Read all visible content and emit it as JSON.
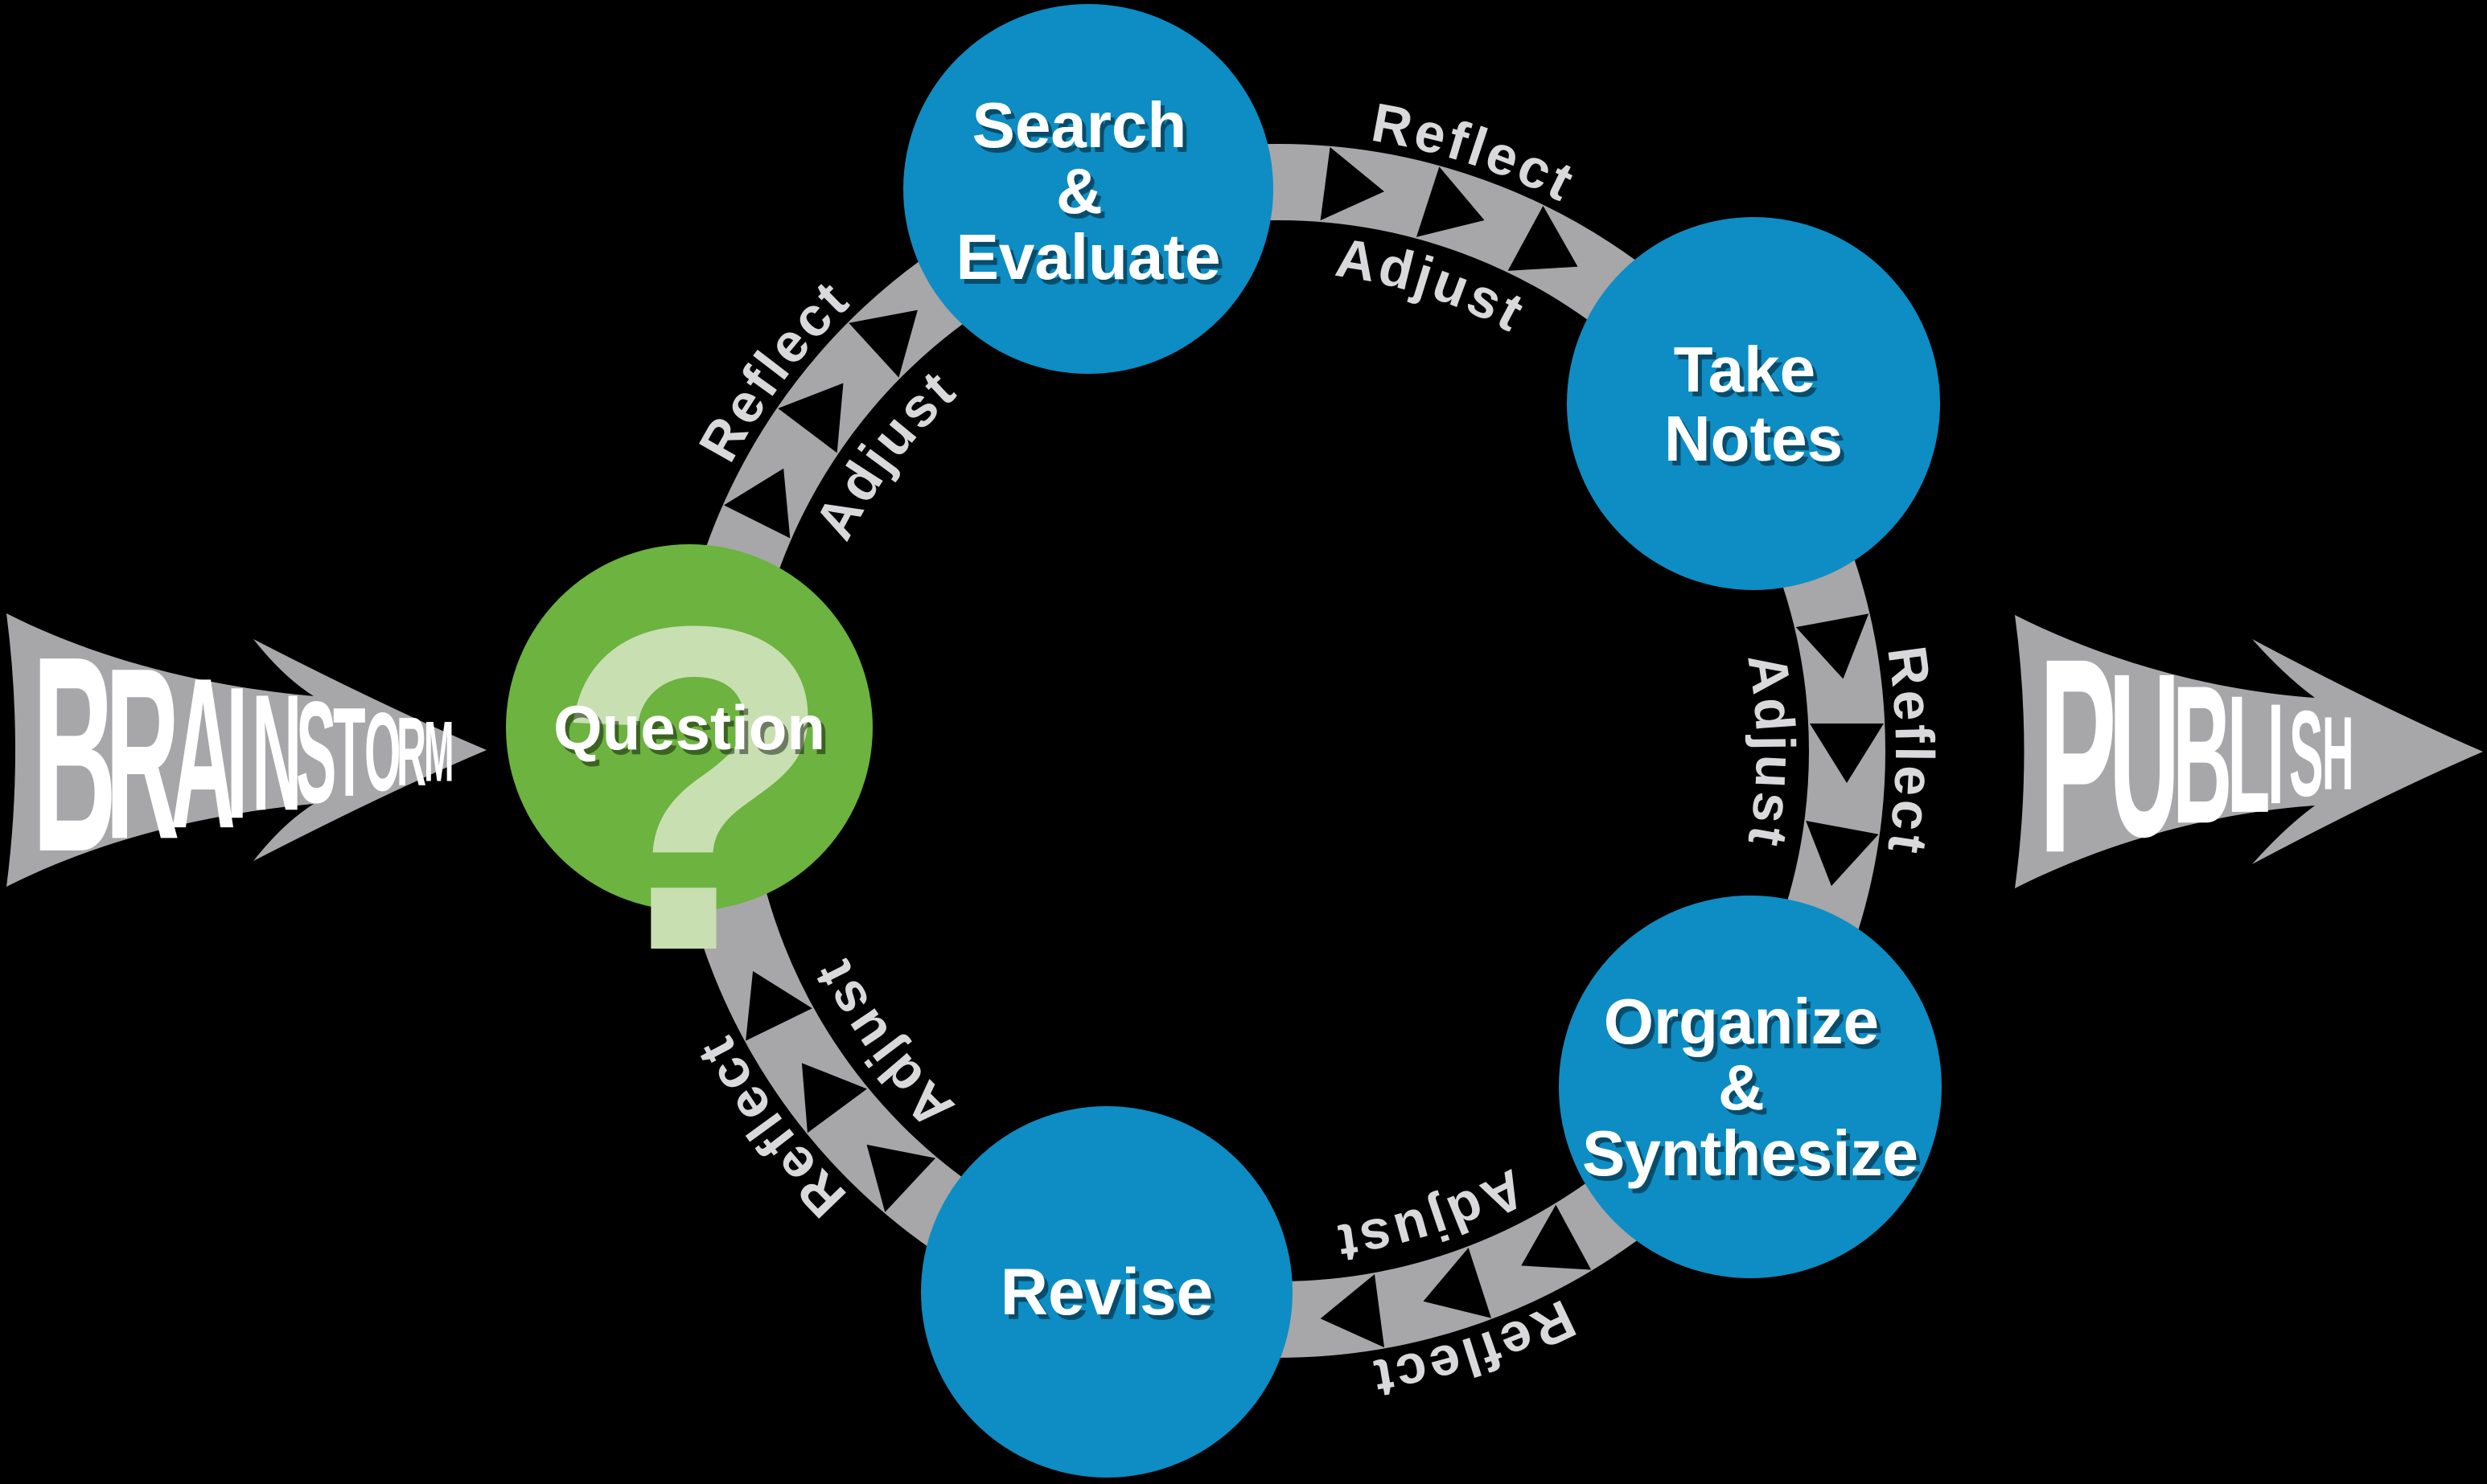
{
  "background_color": "#000000",
  "flow": {
    "start_label": "BRAINSTORM",
    "end_label": "PUBLISH",
    "arrow_color": "#a7a6a9",
    "arrow_text_color": "#ffffff",
    "direction": "left-to-right"
  },
  "ring": {
    "band_color": "#a7a6a9",
    "arrow_notch_color": "#000000",
    "text_color": "#d9d9db",
    "direction": "clockwise",
    "gaps": [
      {
        "between": [
          "question",
          "search-evaluate"
        ],
        "outer_label": "Reflect",
        "inner_label": "Adjust"
      },
      {
        "between": [
          "search-evaluate",
          "take-notes"
        ],
        "outer_label": "Reflect",
        "inner_label": "Adjust"
      },
      {
        "between": [
          "take-notes",
          "organize-synthesize"
        ],
        "outer_label": "Reflect",
        "inner_label": "Adjust"
      },
      {
        "between": [
          "organize-synthesize",
          "revise"
        ],
        "outer_label": "Reflect",
        "inner_label": "Adjust"
      },
      {
        "between": [
          "revise",
          "question"
        ],
        "outer_label": "Reflect",
        "inner_label": "Adjust"
      }
    ]
  },
  "nodes": [
    {
      "id": "question",
      "lines": [
        "Question"
      ],
      "color": "#6cb33f",
      "icon": "?",
      "icon_color": "#c8dfb2",
      "text_color": "#ffffff"
    },
    {
      "id": "search-evaluate",
      "lines": [
        "Search",
        "&",
        "Evaluate"
      ],
      "color": "#0d8dc3",
      "text_color": "#ffffff"
    },
    {
      "id": "take-notes",
      "lines": [
        "Take",
        "Notes"
      ],
      "color": "#0d8dc3",
      "text_color": "#ffffff"
    },
    {
      "id": "organize-synthesize",
      "lines": [
        "Organize",
        "&",
        "Synthesize"
      ],
      "color": "#0d8dc3",
      "text_color": "#ffffff"
    },
    {
      "id": "revise",
      "lines": [
        "Revise"
      ],
      "color": "#0d8dc3",
      "text_color": "#ffffff"
    }
  ]
}
